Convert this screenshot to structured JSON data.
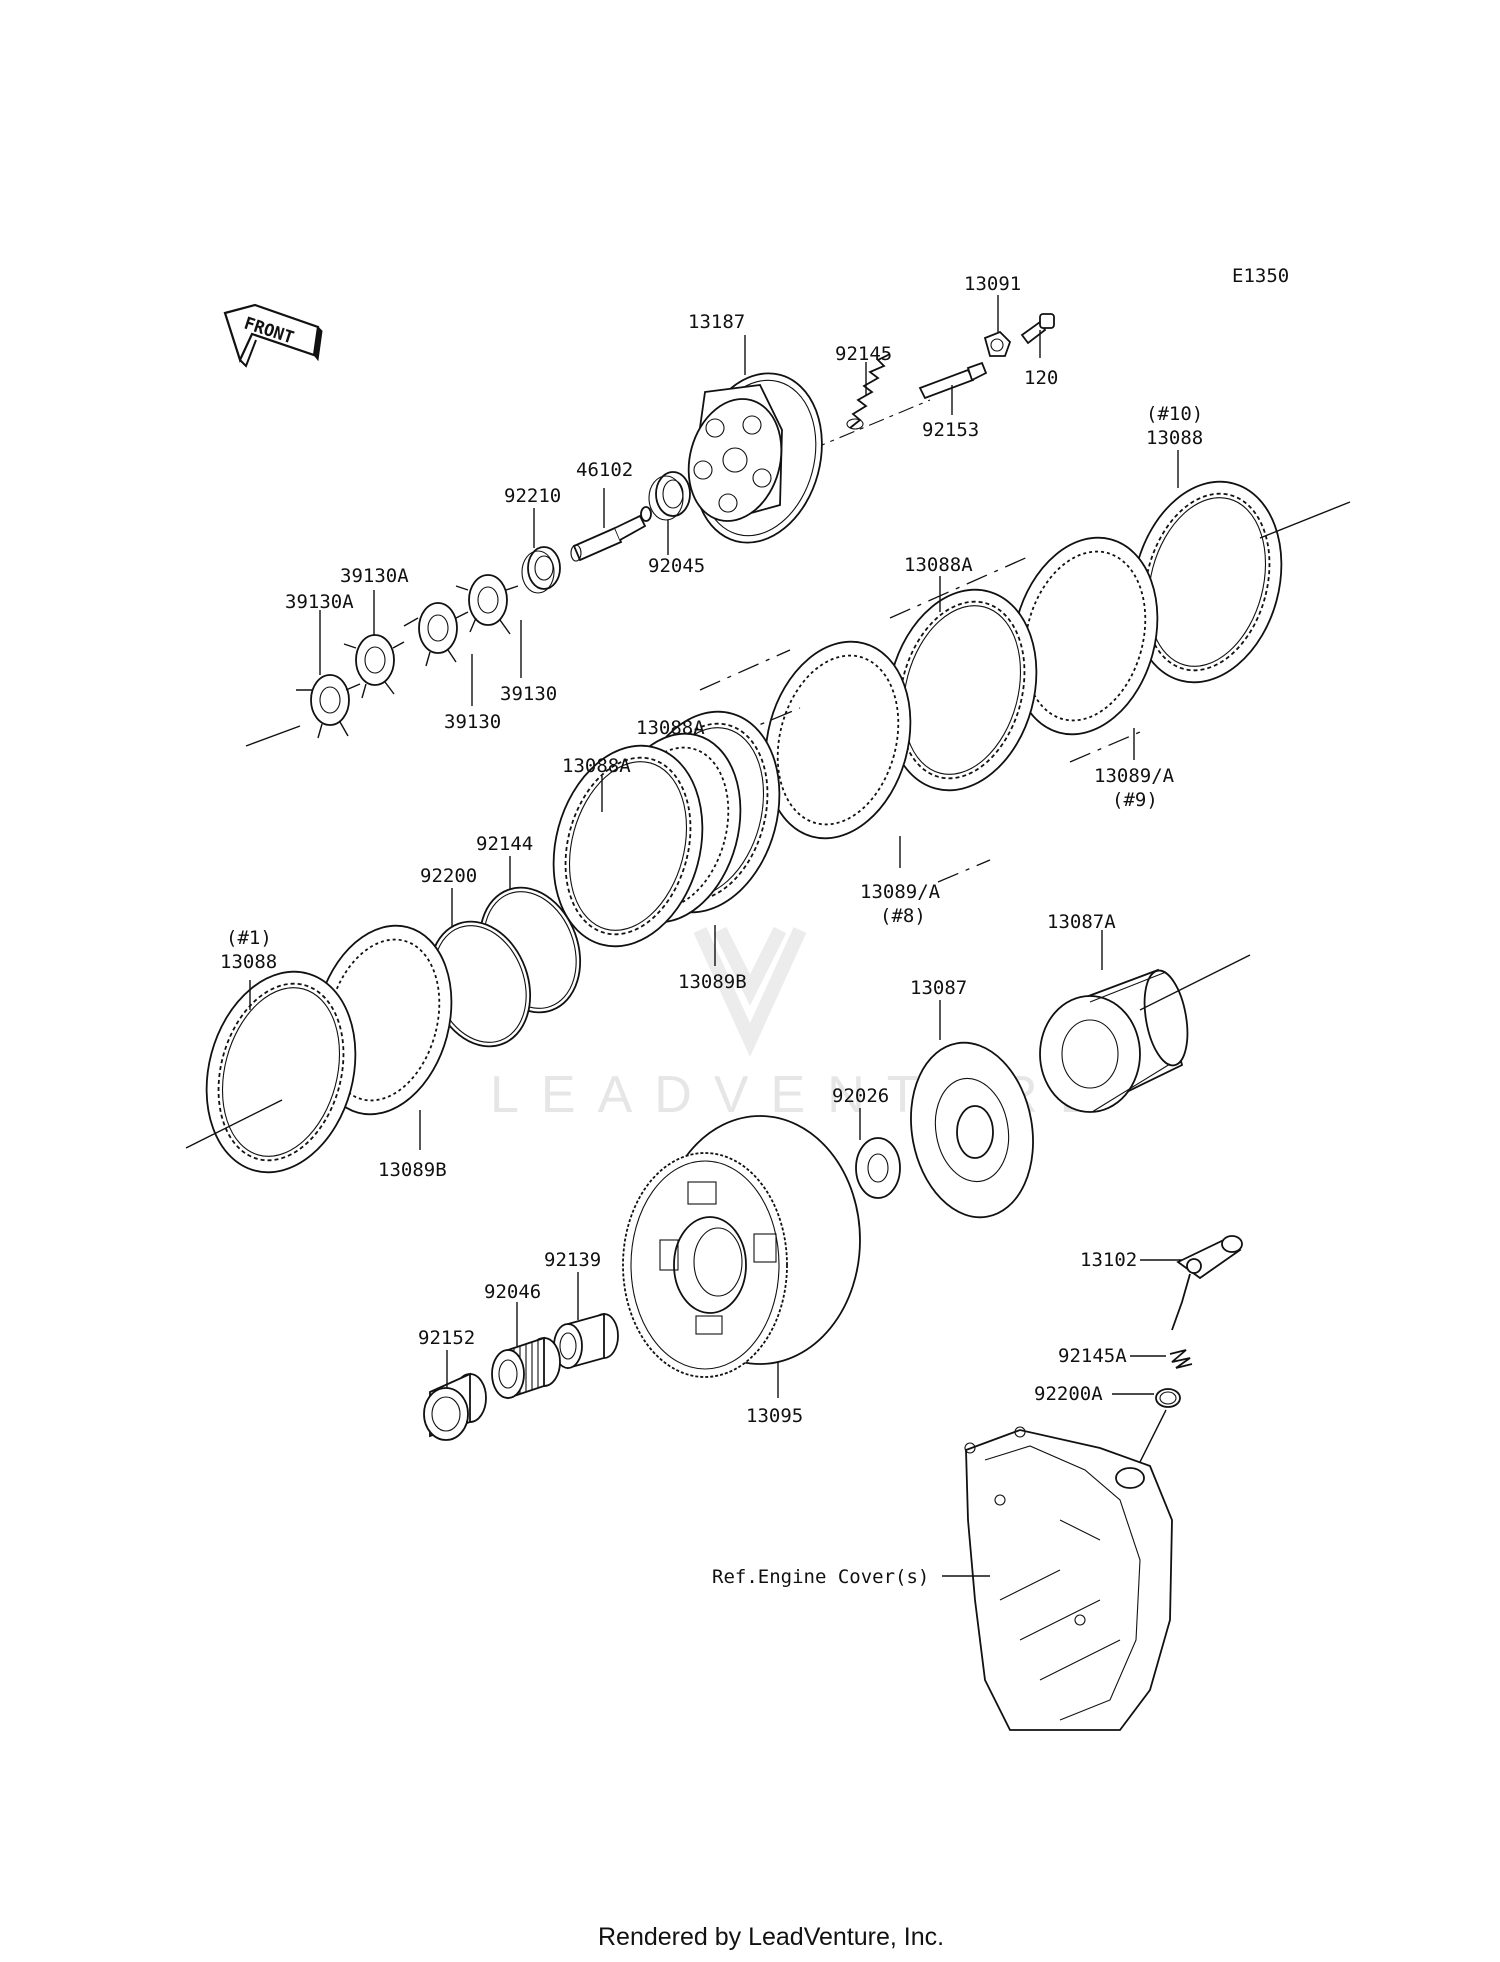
{
  "diagram_code": "E1350",
  "front_label": "FRONT",
  "watermark": "LEADVENTURE",
  "footer": "Rendered by LeadVenture, Inc.",
  "reference": "Ref.Engine Cover(s)",
  "parts": {
    "p13091": "13091",
    "p120": "120",
    "p13187": "13187",
    "p92145": "92145",
    "p92153": "92153",
    "p46102": "46102",
    "p92210": "92210",
    "p92045": "92045",
    "p39130A_1": "39130A",
    "p39130A_2": "39130A",
    "p39130_1": "39130",
    "p39130_2": "39130",
    "p13088_10_note": "(#10)",
    "p13088_10": "13088",
    "p13088A_1": "13088A",
    "p13088A_2": "13088A",
    "p13088A_3": "13088A",
    "p13089A_9": "13089/A",
    "p13089A_9_note": "(#9)",
    "p13089A_8": "13089/A",
    "p13089A_8_note": "(#8)",
    "p92144": "92144",
    "p92200": "92200",
    "p13089B_1": "13089B",
    "p13089B_2": "13089B",
    "p13088_1_note": "(#1)",
    "p13088_1": "13088",
    "p13087A": "13087A",
    "p13087": "13087",
    "p92026": "92026",
    "p13102": "13102",
    "p92145A": "92145A",
    "p92200A": "92200A",
    "p92139": "92139",
    "p92046": "92046",
    "p92152": "92152",
    "p13095": "13095"
  }
}
